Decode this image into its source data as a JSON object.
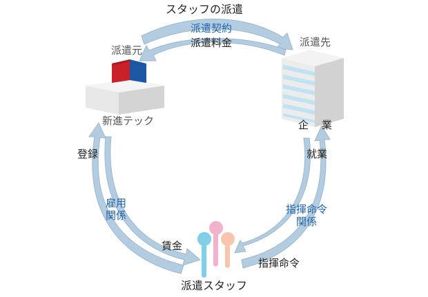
{
  "title": "スタッフの派遣",
  "top_flow": {
    "contract": "派遣契約",
    "fee": "派遣料金"
  },
  "dispatcher": {
    "role": "派遣元",
    "name": "新進テック"
  },
  "client": {
    "role": "派遣先",
    "name_left": "企",
    "name_right": "業"
  },
  "left_flow": {
    "registration": "登録",
    "relation_line1": "雇用",
    "relation_line2": "関係",
    "wage": "賃金"
  },
  "right_flow": {
    "employment": "就業",
    "relation_line1": "指揮命令",
    "relation_line2": "関係",
    "command": "指揮命令"
  },
  "staff": {
    "label": "派遣スタッフ"
  },
  "colors": {
    "arrow": "#b3cce0",
    "arrow_edge": "#9ab8d1",
    "red_block": "#c9202a",
    "blue_block": "#1c57a3",
    "building_light": "#ececec",
    "building_dark": "#d2d2d2",
    "window_stripe": "#bfe3f3",
    "staff_cyan": "#7fcfe8",
    "staff_pink": "#f0b3cb",
    "staff_peach": "#f8c6ae",
    "label_blue": "#1f63a8"
  }
}
